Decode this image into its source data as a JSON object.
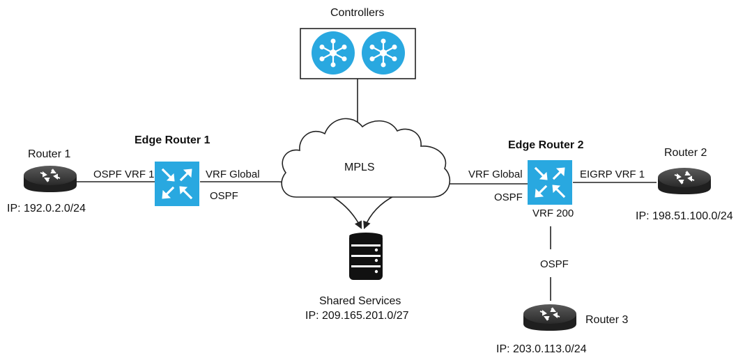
{
  "controllers": {
    "label": "Controllers",
    "icons": [
      "controller-icon",
      "controller-icon"
    ]
  },
  "cloud": {
    "label": "MPLS"
  },
  "router1": {
    "name": "Router 1",
    "ip": "IP: 192.0.2.0/24",
    "icon": "router-icon"
  },
  "edge_router1": {
    "name": "Edge Router 1",
    "icon": "switch-icon",
    "left_link": "OSPF VRF 1",
    "right_link": "VRF Global",
    "right_proto": "OSPF"
  },
  "edge_router2": {
    "name": "Edge Router 2",
    "icon": "switch-icon",
    "left_link": "VRF Global",
    "left_proto": "OSPF",
    "right_link": "EIGRP VRF 1",
    "bottom_link": "VRF 200"
  },
  "router2": {
    "name": "Router 2",
    "ip": "IP: 198.51.100.0/24",
    "icon": "router-icon"
  },
  "router3": {
    "name": "Router 3",
    "ip": "IP: 203.0.113.0/24",
    "icon": "router-icon",
    "link_proto": "OSPF"
  },
  "shared_services": {
    "name": "Shared Services",
    "ip": "IP: 209.165.201.0/27",
    "icon": "database-icon"
  },
  "colors": {
    "device_blue": "#29A8E0",
    "router_dark": "#2b2b2b",
    "line": "#222222"
  }
}
